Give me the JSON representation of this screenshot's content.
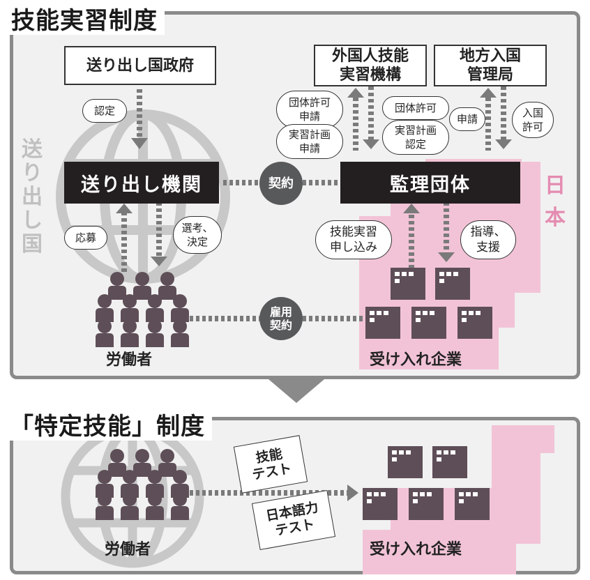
{
  "top": {
    "title": "技能実習制度",
    "sending_govt": "送り出し国政府",
    "otit": "外国人技能\n実習機構",
    "immigration": "地方入国\n管理局",
    "sending_org": "送り出し機関",
    "supervising_org": "監理団体",
    "contract": "契約",
    "employment_contract": "雇用\n契約",
    "country_label": "送り出し国",
    "japan_label": "日本",
    "workers": "労働者",
    "companies": "受け入れ企業",
    "bubbles": {
      "certify": "認定",
      "group_permit_app": "団体許可\n申請",
      "plan_app": "実習計画\n申請",
      "group_permit": "団体許可",
      "plan_cert": "実習計画\n認定",
      "application": "申請",
      "entry_permit": "入国\n許可",
      "apply": "応募",
      "select": "選考、\n決定",
      "training_app": "技能実習\n申し込み",
      "guidance": "指導、\n支援"
    }
  },
  "bottom": {
    "title": "「特定技能」制度",
    "workers": "労働者",
    "companies": "受け入れ企業",
    "skill_test": "技能\nテスト",
    "japanese_test": "日本語力\nテスト"
  },
  "colors": {
    "dark": "#231f20",
    "gray_person": "#5e4e57",
    "pink": "#f2c3d6",
    "panel": "#f1f1f1",
    "border": "#8a8a8a"
  }
}
